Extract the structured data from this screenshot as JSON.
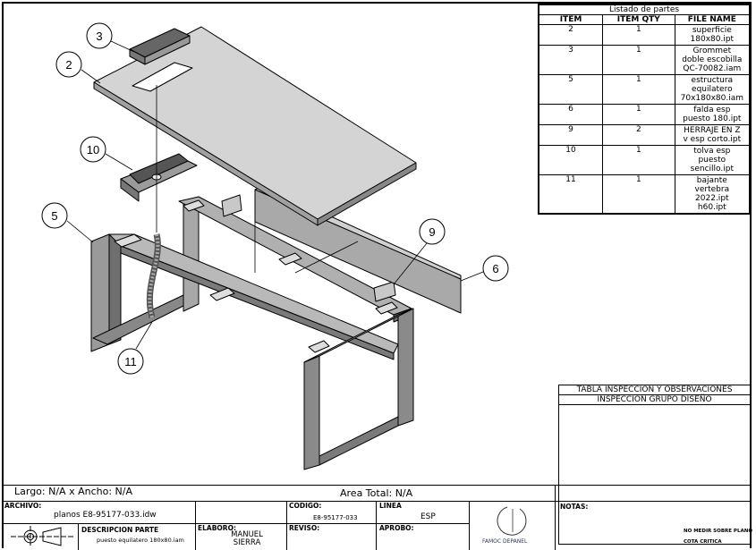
{
  "parts_list": {
    "title": "Listado de partes",
    "headers": [
      "ITEM",
      "ITEM QTY",
      "FILE NAME"
    ],
    "rows": [
      {
        "item": "2",
        "qty": "1",
        "file": "superficie 180x80.ipt"
      },
      {
        "item": "3",
        "qty": "1",
        "file": "Grommet doble escobilla QC-70082.iam"
      },
      {
        "item": "5",
        "qty": "1",
        "file": "estructura equilatero 70x180x80.iam"
      },
      {
        "item": "6",
        "qty": "1",
        "file": "falda esp puesto 180.ipt"
      },
      {
        "item": "9",
        "qty": "2",
        "file": "HERRAJE EN Z v esp corto.ipt"
      },
      {
        "item": "10",
        "qty": "1",
        "file": "tolva esp puesto sencillo.ipt"
      },
      {
        "item": "11",
        "qty": "1",
        "file": "bajante vertebra 2022.ipt h60.ipt"
      }
    ]
  },
  "balloons": [
    "3",
    "2",
    "10",
    "5",
    "9",
    "6",
    "11"
  ],
  "inspection": {
    "title": "TABLA INSPECCION Y OBSERVACIONES",
    "subtitle": "INSPECCION GRUPO DISEÑO"
  },
  "dimensions": {
    "largo_ancho": "Largo: N/A x Ancho: N/A",
    "area": "Area Total: N/A"
  },
  "title_block": {
    "archivo_label": "ARCHIVO:",
    "archivo_value": "planos E8-95177-033.idw",
    "codigo_label": "CODIGO:",
    "codigo_value": "E8-95177-033",
    "linea_label": "LINEA",
    "linea_value": "ESP",
    "descripcion_label": "DESCRIPCION PARTE",
    "descripcion_value": "puesto equilatero 180x80.iam",
    "elaboro_label": "ELABORO:",
    "elaboro_value": "MANUEL SIERRA",
    "reviso_label": "REVISO:",
    "aprobo_label": "APROBO:",
    "logo_text": "FAMOC DEPANEL",
    "notas_label": "NOTAS:",
    "note1": "NO MEDIR SOBRE PLANO",
    "note2": "COTA CRITICA"
  }
}
